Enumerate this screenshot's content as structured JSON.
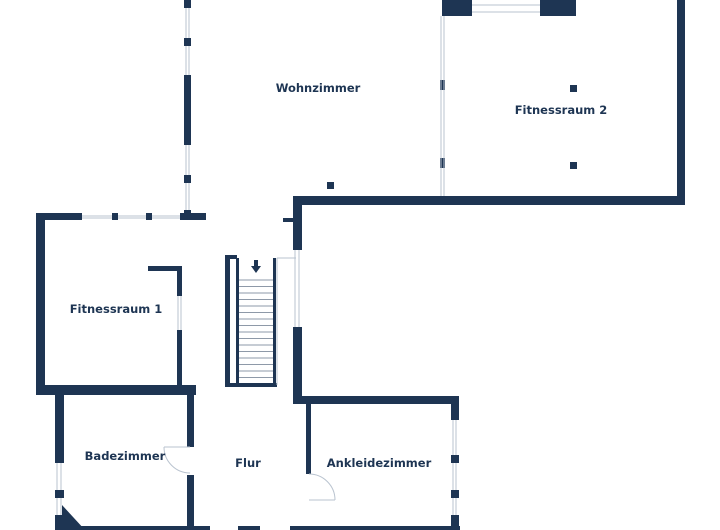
{
  "floorplan": {
    "rooms": [
      {
        "id": "wohnzimmer",
        "label": "Wohnzimmer"
      },
      {
        "id": "fitnessraum-2",
        "label": "Fitnessraum 2"
      },
      {
        "id": "fitnessraum-1",
        "label": "Fitnessraum 1"
      },
      {
        "id": "badezimmer",
        "label": "Badezimmer"
      },
      {
        "id": "flur",
        "label": "Flur"
      },
      {
        "id": "ankleidezimmer",
        "label": "Ankleidezimmer"
      }
    ],
    "colors": {
      "wall": "#1e3553",
      "window": "#b9c3cf",
      "background": "#ffffff"
    },
    "icons": [
      "stair-direction-arrow-icon"
    ]
  }
}
